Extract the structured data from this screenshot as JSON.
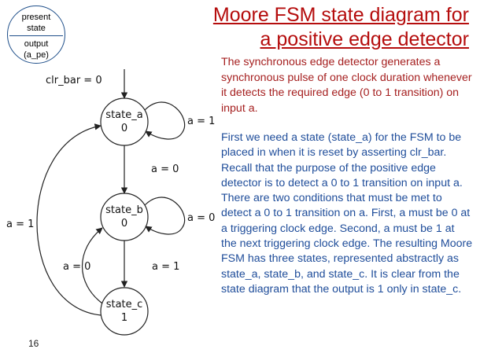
{
  "legend": {
    "top": [
      "present",
      "state"
    ],
    "bottom": [
      "output",
      "(a_pe)"
    ]
  },
  "title": [
    "Moore FSM state diagram for",
    "a positive edge detector"
  ],
  "paragraphs": [
    "The synchronous edge detector generates a synchronous pulse of one clock duration whenever it detects the required edge (0 to 1 transition) on input a.",
    "First we need a state (state_a) for the FSM to be placed in when it is reset by asserting clr_bar. Recall that the purpose of the positive edge detector is to detect a 0 to 1 transition on input a. There are two conditions that must be met to detect a 0 to 1 transition on a. First, a must be 0 at a triggering clock edge. Second, a must be 1 at the next triggering clock edge. The resulting Moore FSM has three states, represented abstractly as state_a, state_b, and state_c. It is clear from the state diagram that the output is 1 only in state_c."
  ],
  "diagram": {
    "reset_label": "clr_bar = 0",
    "states": [
      {
        "name": "state_a",
        "output": "0"
      },
      {
        "name": "state_b",
        "output": "0"
      },
      {
        "name": "state_c",
        "output": "1"
      }
    ],
    "transitions": {
      "a_self": "a = 1",
      "a_to_b": "a = 0",
      "b_self": "a = 0",
      "b_to_c": "a = 1",
      "c_to_b": "a = 0",
      "c_to_a": "a = 1"
    }
  },
  "page_number": "16"
}
